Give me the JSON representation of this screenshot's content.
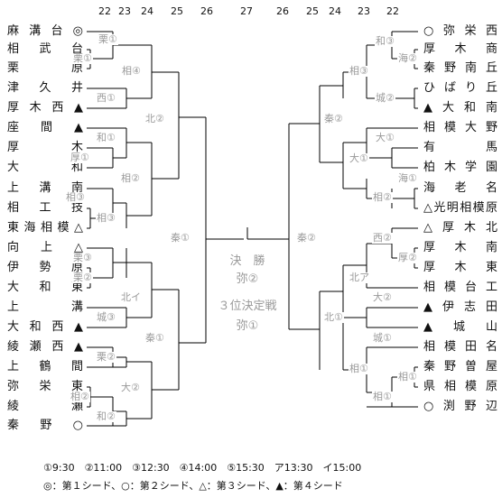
{
  "dates_left": [
    "22",
    "23",
    "24",
    "25",
    "26"
  ],
  "date_center": "27",
  "dates_right": [
    "26",
    "25",
    "24",
    "23",
    "22"
  ],
  "left_teams": [
    "麻溝台◎",
    "相武台",
    "栗原",
    "津久井",
    "厚木西▲",
    "座間▲",
    "厚木",
    "大和",
    "上溝南",
    "相工技",
    "東海相模△",
    "向上△",
    "伊勢原",
    "大和東",
    "上溝",
    "大和西▲",
    "綾瀬西▲",
    "上鶴間",
    "弥栄東",
    "綾瀬",
    "秦野○"
  ],
  "right_teams": [
    "○弥栄西",
    "厚木商",
    "秦野南丘",
    "ひばり丘",
    "▲大和南",
    "相模大野",
    "有馬",
    "柏木学園",
    "海老名",
    "△光明相模原",
    "△厚木北",
    "厚木南",
    "厚木東",
    "相模台工",
    "▲伊志田",
    "▲城山",
    "相模田名",
    "秦野曽屋",
    "県相模原",
    "○渕野辺"
  ],
  "match_labels_left": [
    "栗①",
    "栗①",
    "西①",
    "相④",
    "和①",
    "厚①",
    "相③",
    "相③",
    "相②",
    "北②",
    "栗③",
    "栗②",
    "城③",
    "北イ",
    "栗②",
    "相②",
    "和②",
    "大②",
    "秦①",
    "秦①"
  ],
  "match_labels_right": [
    "和③",
    "海②",
    "城②",
    "相③",
    "大①",
    "海①",
    "相②",
    "大①",
    "秦②",
    "西②",
    "厚②",
    "大②",
    "北ア",
    "城①",
    "相①",
    "相①",
    "相①",
    "北①",
    "秦②"
  ],
  "center": {
    "final_label": "決　勝",
    "final_slot": "弥②",
    "third_label": "３位決定戦",
    "third_slot": "弥①"
  },
  "legend_times": "①9:30　②11:00　③12:30　④14:00　⑤15:30　ア13:30　イ15:00",
  "legend_seeds": "◎：第１シード、○：第２シード、△：第３シード、▲：第４シード"
}
